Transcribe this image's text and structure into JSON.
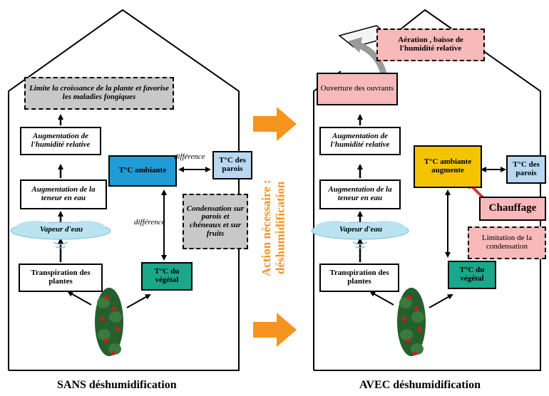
{
  "left": {
    "limit": "Limite la croissance de la plante et favorise les maladies fongiques",
    "humidity": "Augmentation de l'humidité relative",
    "moisture": "Augmentation de la teneur en eau",
    "vapour": "Vapeur d'eau",
    "transpiration": "Transpiration des plantes",
    "ambient": "T°C ambiante",
    "walls": "T°C des parois",
    "plant_temp": "T°C du végétal",
    "condensation": "Condensation sur parois et chéneaux et sur fruits",
    "diff_h": "différence",
    "diff_v": "différence",
    "caption": "SANS déshumidification"
  },
  "middle": {
    "action_line1": "Action nécessaire :",
    "action_line2": "déshumidification"
  },
  "right": {
    "aeration": "Aération , baisse de l'humidité relative",
    "opening": "Ouverture des ouvrants",
    "humidity": "Augmentation de l'humidité relative",
    "moisture": "Augmentation de la teneur en eau",
    "vapour": "Vapeur d'eau",
    "transpiration": "Transpiration des plantes",
    "ambient": "T°C ambiante augmente",
    "walls": "T°C des parois",
    "heating": "Chauffage",
    "limitation": "Limitation de la condensation",
    "plant_temp": "T°C du végétal",
    "caption": "AVEC déshumidification"
  },
  "colors": {
    "grey": "#c8c8c8",
    "blue": "#1f9bd6",
    "light_blue": "#b8d8f2",
    "green": "#1aa88a",
    "pink": "#f7b9b9",
    "yellow": "#f5c400",
    "orange": "#f5941e",
    "vapour": "#b9e3f0"
  }
}
